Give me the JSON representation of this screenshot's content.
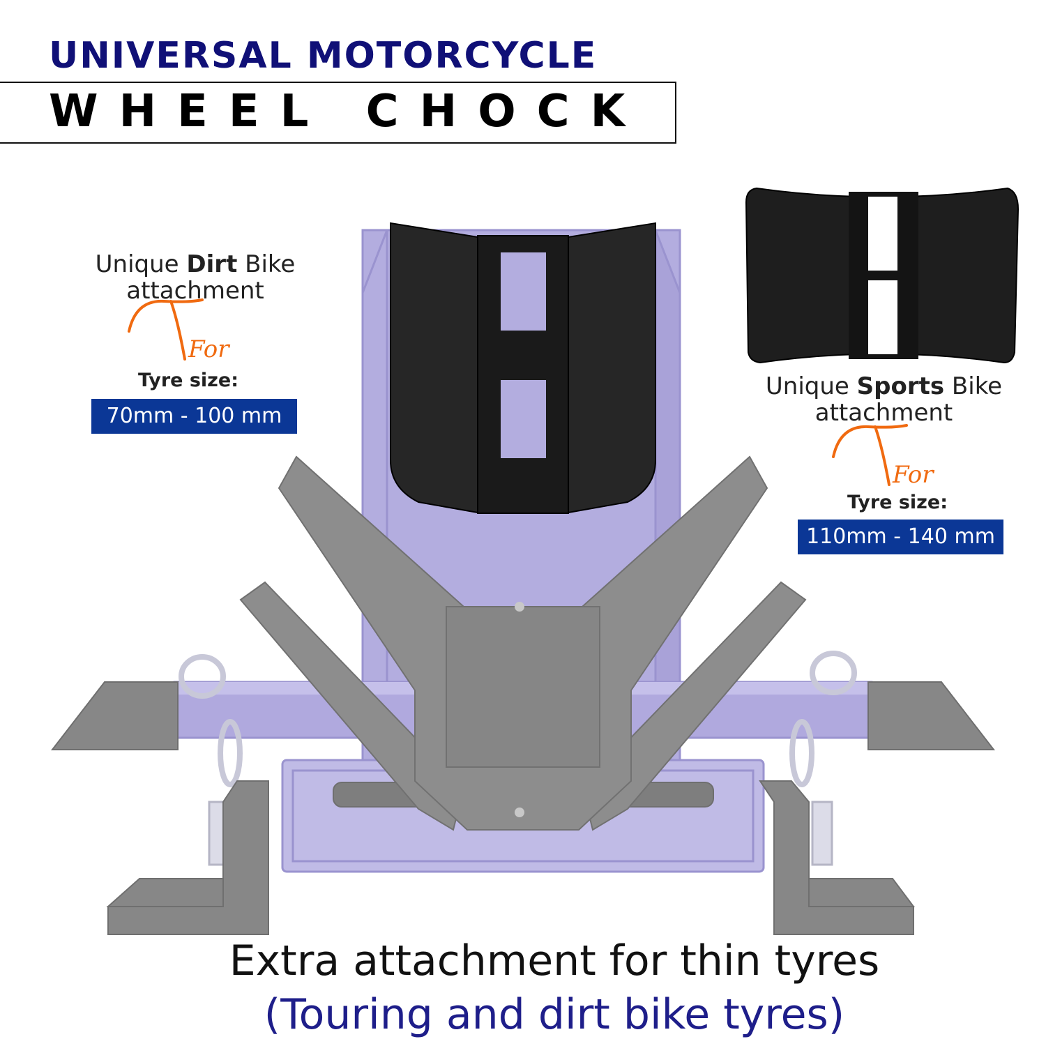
{
  "header": {
    "title_line1": "UNIVERSAL MOTORCYCLE",
    "title_line2": "WHEEL CHOCK"
  },
  "dirt_callout": {
    "prefix": "Unique ",
    "bold": "Dirt",
    "suffix": " Bike",
    "line2": "attachment",
    "script_word": "For",
    "tyre_label": "Tyre size:",
    "size": "70mm - 100 mm"
  },
  "sports_callout": {
    "prefix": "Unique ",
    "bold": "Sports",
    "suffix": " Bike",
    "line2": "attachment",
    "script_word": "For",
    "tyre_label": "Tyre size:",
    "size": "110mm - 140 mm"
  },
  "footer": {
    "line1": "Extra attachment for thin tyres",
    "line2": "(Touring and dirt bike tyres)"
  },
  "colors": {
    "title_navy": "#101077",
    "badge_blue": "#0b3796",
    "script_orange": "#f06a10",
    "frame_lavender": "#b3addf",
    "steel_grey": "#8a8a8a",
    "pad_black": "#1a1a1a"
  }
}
